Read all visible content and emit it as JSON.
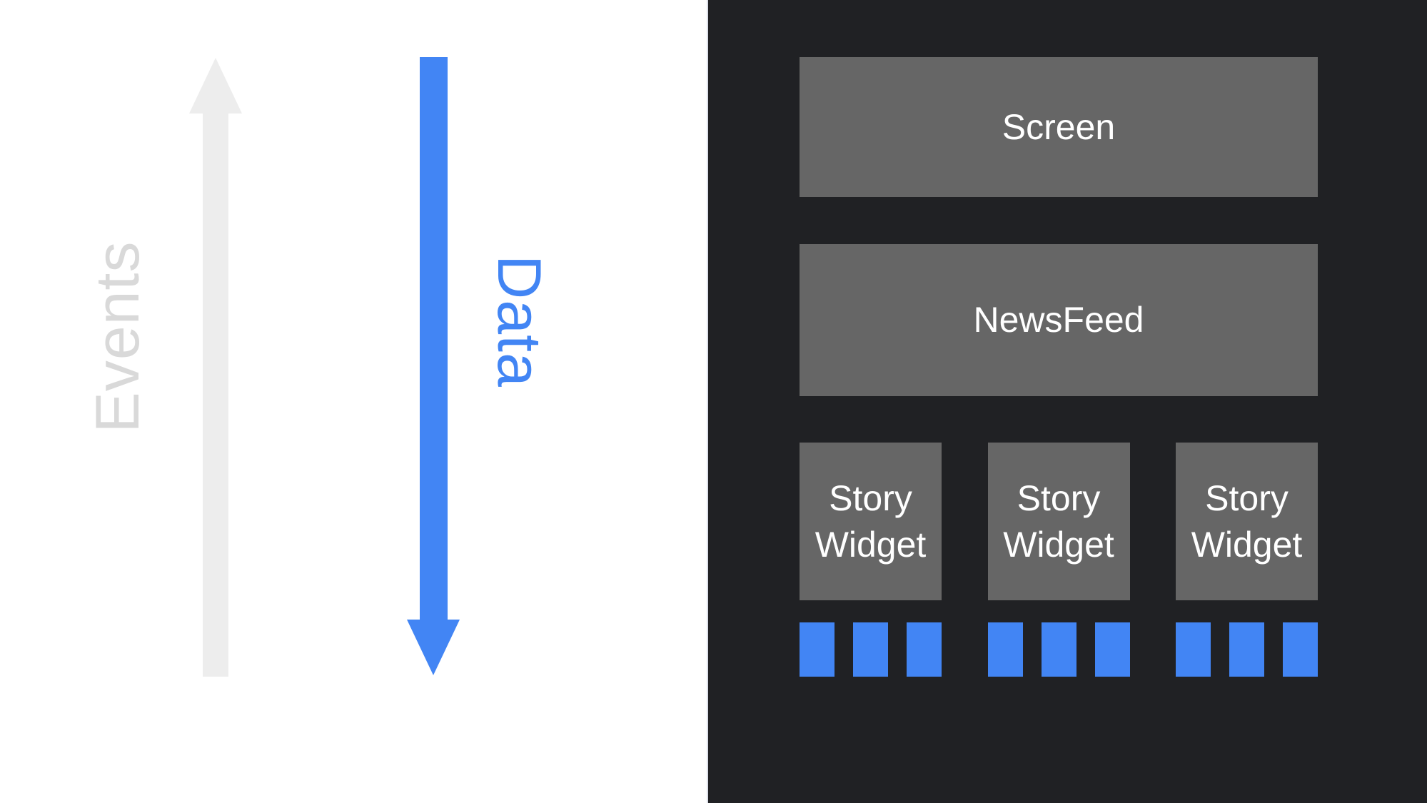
{
  "flow": {
    "events_label": "Events",
    "data_label": "Data"
  },
  "widget_tree": {
    "screen": {
      "label": "Screen"
    },
    "newsfeed": {
      "label": "NewsFeed"
    },
    "story_widgets": [
      {
        "label": "Story Widget"
      },
      {
        "label": "Story Widget"
      },
      {
        "label": "Story Widget"
      }
    ],
    "item_squares_per_widget": 3
  },
  "colors": {
    "left_background": "#ffffff",
    "panel_dark": "#202124",
    "box_gray": "#666666",
    "accent_blue": "#4285f4",
    "arrow_gray": "#ededed",
    "events_text_gray": "#d9d9d9",
    "box_text_white": "#ffffff"
  }
}
